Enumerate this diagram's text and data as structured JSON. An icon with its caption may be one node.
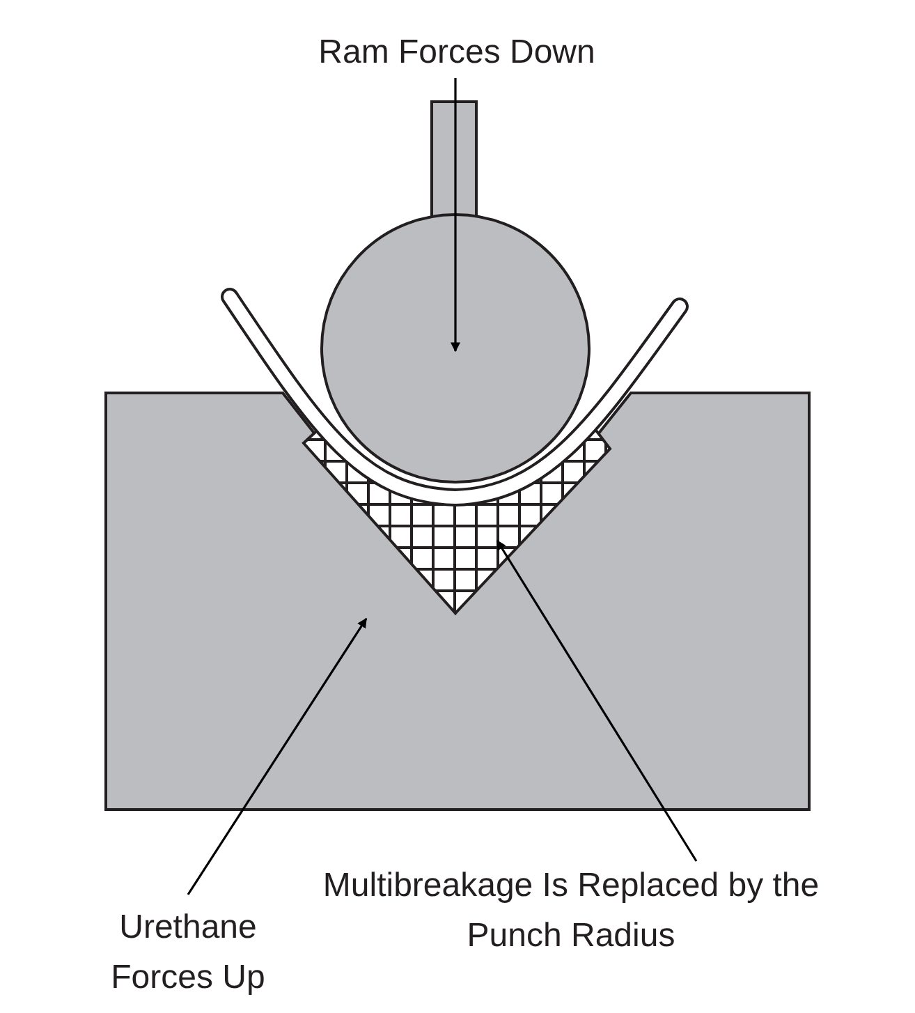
{
  "diagram": {
    "nodes": [
      {
        "text": [
          "Ram Forces Down"
        ]
      },
      {
        "text": [],
        "shape": "circle"
      },
      {
        "text": [
          "Urethane Forces Up"
        ]
      },
      {
        "text": [
          "Multibreakage Is Replaced by the Punch Radius"
        ]
      },
      {
        "text": [],
        "shape": "box"
      }
    ],
    "edges": [
      {
        "from": 0,
        "to": 1,
        "arrow": "to"
      },
      {
        "from": 2,
        "to": null,
        "arrow": "to"
      },
      {
        "from": 3,
        "to": 4,
        "arrow": "to"
      }
    ]
  }
}
